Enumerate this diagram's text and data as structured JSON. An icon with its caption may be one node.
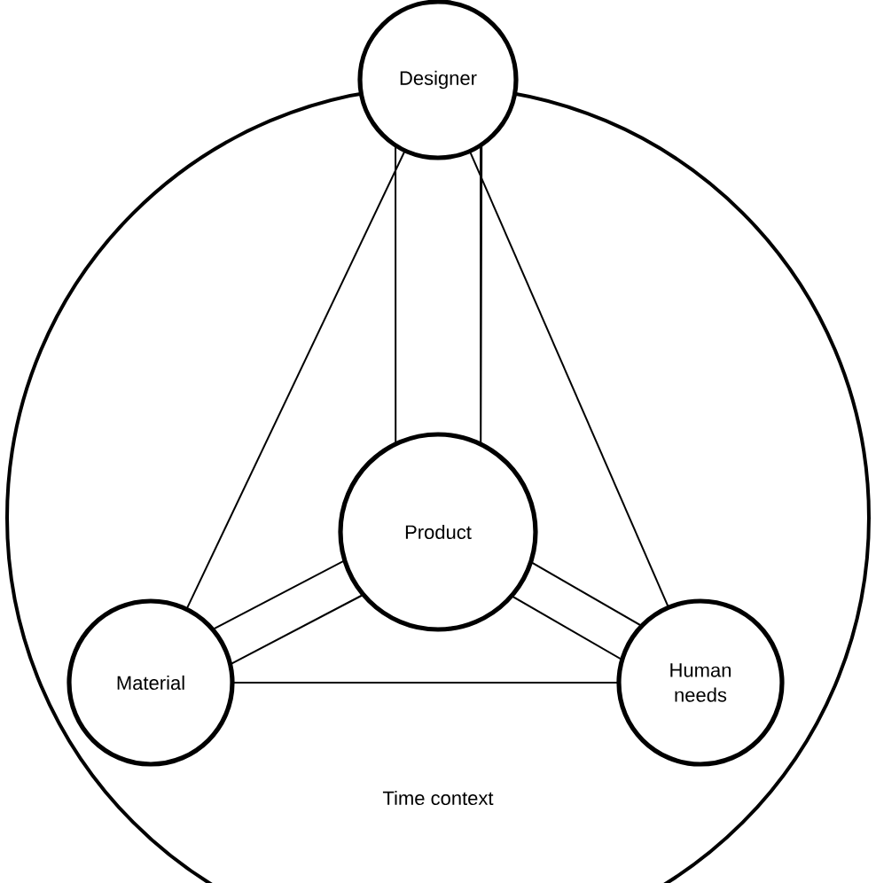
{
  "diagram": {
    "nodes": [
      {
        "text": [
          "Time context"
        ]
      },
      {
        "text": [
          "Designer"
        ]
      },
      {
        "text": [
          "Product"
        ],
        "in": 0
      },
      {
        "text": [
          "Material"
        ],
        "in": 0
      },
      {
        "text": [
          "Human needs"
        ],
        "in": 0
      }
    ],
    "edges": [
      {
        "from": 1,
        "to": 2,
        "arrow": "none"
      },
      {
        "from": 2,
        "to": 3,
        "arrow": "none"
      },
      {
        "from": 2,
        "to": 4,
        "arrow": "none"
      },
      {
        "from": 1,
        "to": 3,
        "arrow": "none"
      },
      {
        "from": 1,
        "to": 4,
        "arrow": "none"
      },
      {
        "from": 3,
        "to": 4,
        "arrow": "none"
      }
    ]
  }
}
